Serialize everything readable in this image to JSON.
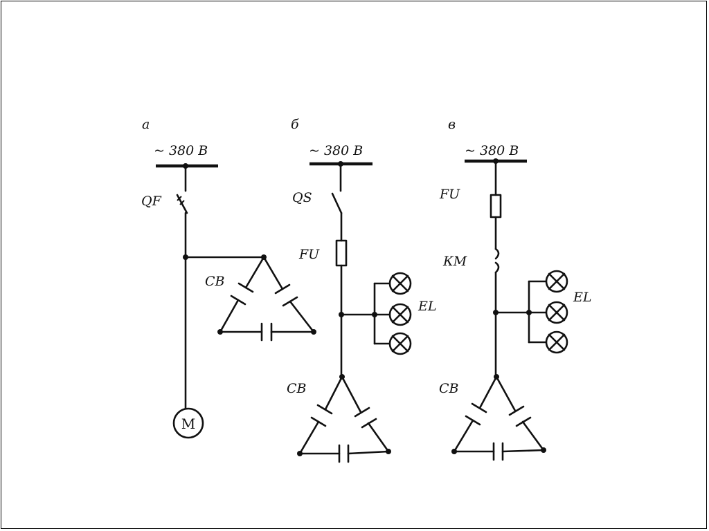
{
  "diagram_a": {
    "label": "а",
    "voltage": "~ 380 В",
    "breaker": "QF",
    "capacitor_bank": "СВ",
    "motor": "M"
  },
  "diagram_b": {
    "label": "б",
    "voltage": "~ 380 В",
    "switch": "QS",
    "fuse": "FU",
    "lamps": "EL",
    "capacitor_bank": "СВ"
  },
  "diagram_c": {
    "label": "в",
    "voltage": "~ 380 В",
    "fuse": "FU",
    "contactor": "КМ",
    "lamps": "EL",
    "capacitor_bank": "СВ"
  },
  "colors": {
    "ink": "#111111",
    "background": "#ffffff"
  }
}
